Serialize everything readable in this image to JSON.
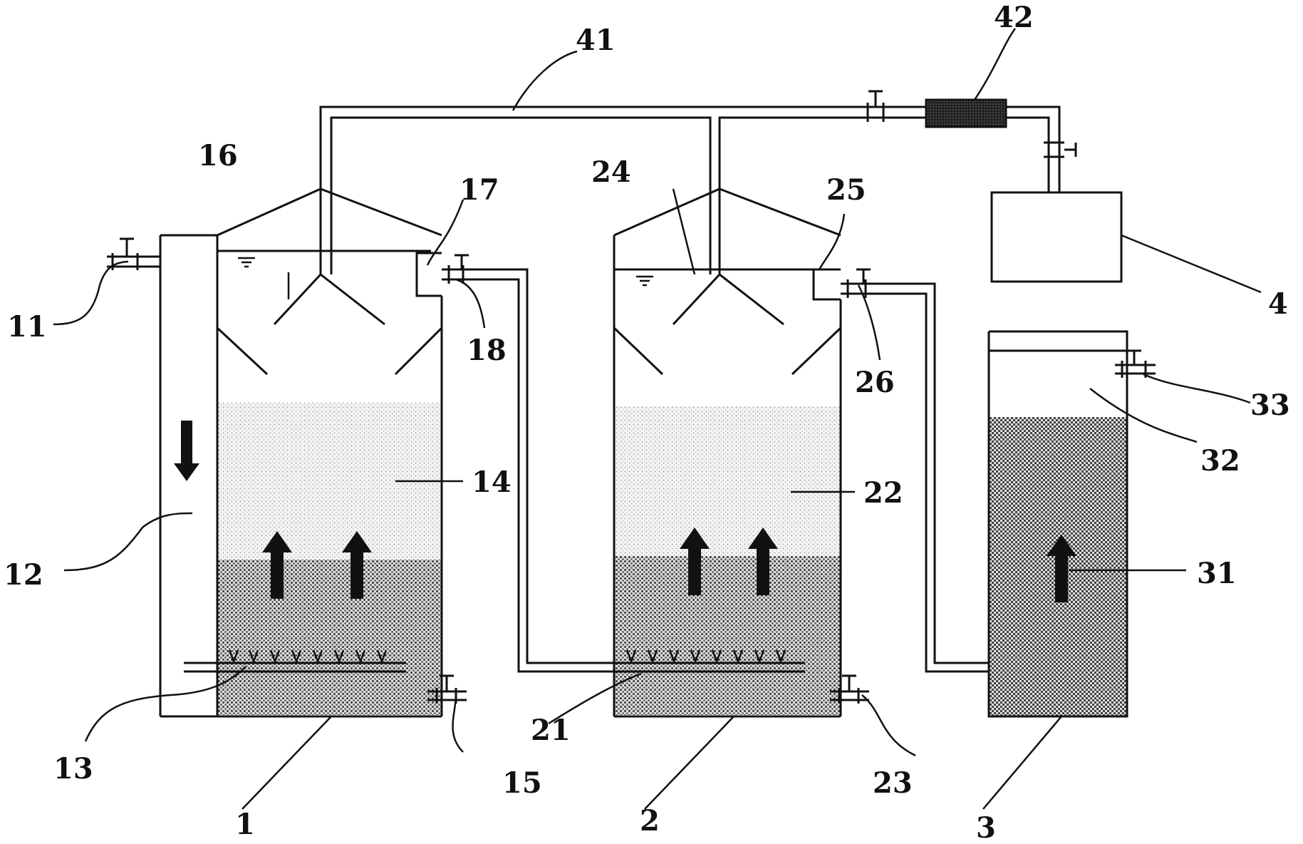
{
  "labels": {
    "l1": "1",
    "l2": "2",
    "l3": "3",
    "l4": "4",
    "l11": "11",
    "l12": "12",
    "l13": "13",
    "l14": "14",
    "l15": "15",
    "l16": "16",
    "l17": "17",
    "l18": "18",
    "l21": "21",
    "l22": "22",
    "l23": "23",
    "l24": "24",
    "l25": "25",
    "l26": "26",
    "l31": "31",
    "l32": "32",
    "l33": "33",
    "l41": "41",
    "l42": "42"
  },
  "colors": {
    "line": "#111111",
    "sludge_light": "#cfcfcf",
    "sludge_dense": "#6a6a6a",
    "packing": "#555555",
    "filter": "#333333"
  }
}
